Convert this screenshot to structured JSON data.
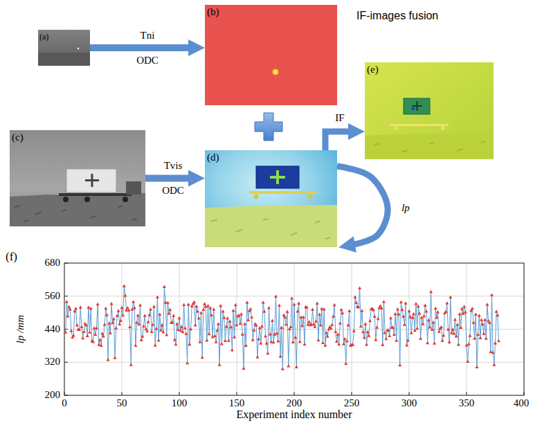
{
  "diagram": {
    "title": "IF-images fusion",
    "nodes": [
      {
        "text": [
          "(a)"
        ]
      },
      {
        "text": [
          "(b)"
        ]
      },
      {
        "text": [
          "(c)"
        ]
      },
      {
        "text": [
          "(d)"
        ]
      },
      {
        "text": [
          "(e)"
        ]
      },
      {
        "text": [
          "(f)"
        ]
      }
    ],
    "edges": [
      {
        "from": 0,
        "to": 1,
        "label": "Tni ODC",
        "arrow": "to"
      },
      {
        "from": 2,
        "to": 3,
        "label": "Tvis ODC",
        "arrow": "to"
      },
      {
        "from": 3,
        "to": 4,
        "label": "IF",
        "arrow": "to"
      },
      {
        "from": 3,
        "to": 5,
        "label": "lp",
        "arrow": "to"
      }
    ],
    "labels": [
      "680",
      "560",
      "440",
      "320",
      "200",
      "lp /mm",
      "0",
      "50",
      "100",
      "150",
      "200",
      "250",
      "300",
      "350",
      "400",
      "Experiment index number"
    ]
  }
}
